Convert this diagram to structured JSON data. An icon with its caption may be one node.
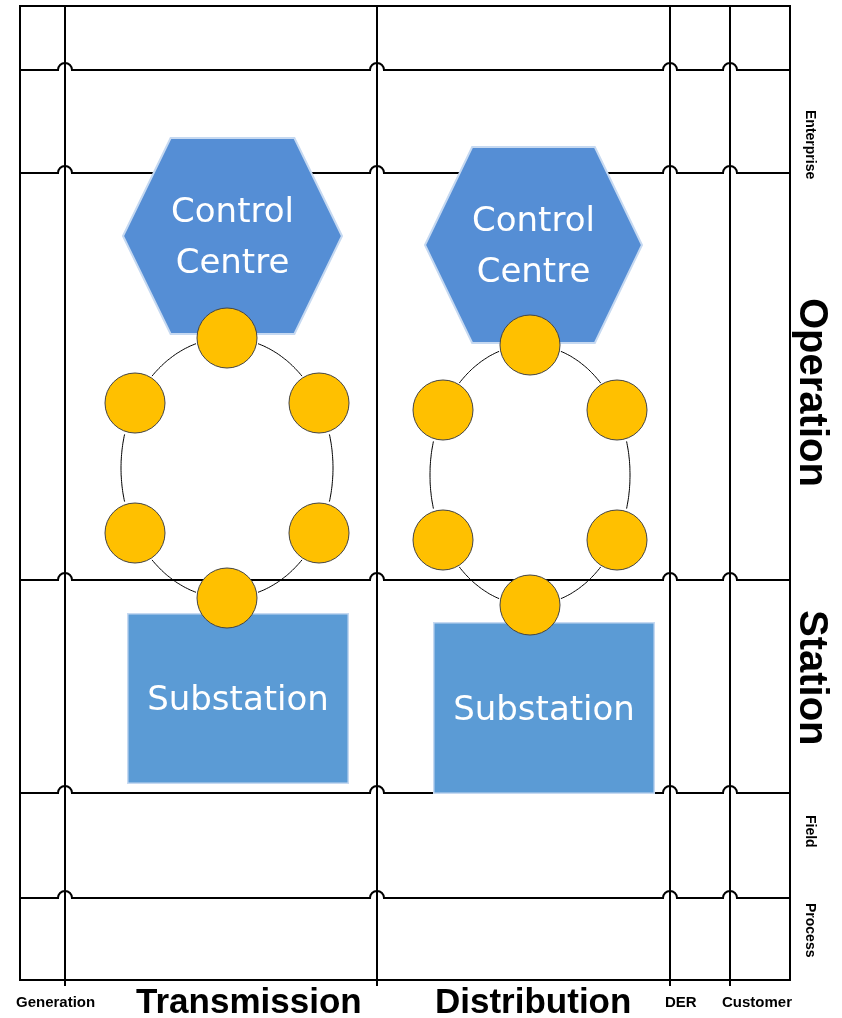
{
  "diagram": {
    "nodes": [
      {
        "text": [
          "Control Centre"
        ]
      },
      {
        "text": [
          "Control Centre"
        ]
      },
      {
        "text": [],
        "shape": "circle"
      },
      {
        "text": [],
        "shape": "circle"
      },
      {
        "text": [],
        "shape": "circle"
      },
      {
        "text": [],
        "shape": "circle"
      },
      {
        "text": [],
        "shape": "circle"
      },
      {
        "text": [],
        "shape": "circle"
      },
      {
        "text": [],
        "shape": "circle"
      },
      {
        "text": [],
        "shape": "circle"
      },
      {
        "text": [],
        "shape": "circle"
      },
      {
        "text": [],
        "shape": "circle"
      },
      {
        "text": [],
        "shape": "circle"
      },
      {
        "text": [],
        "shape": "circle"
      },
      {
        "text": [
          "Substation"
        ]
      },
      {
        "text": [
          "Substation"
        ]
      }
    ],
    "edges": [
      {
        "from": 2,
        "to": 3,
        "arrow": "none"
      },
      {
        "from": 3,
        "to": 5,
        "arrow": "none"
      },
      {
        "from": 5,
        "to": 7,
        "arrow": "none"
      },
      {
        "from": 7,
        "to": 6,
        "arrow": "none"
      },
      {
        "from": 6,
        "to": 4,
        "arrow": "none"
      },
      {
        "from": 4,
        "to": 2,
        "arrow": "none"
      },
      {
        "from": 8,
        "to": 9,
        "arrow": "none"
      },
      {
        "from": 9,
        "to": 11,
        "arrow": "none"
      },
      {
        "from": 11,
        "to": 13,
        "arrow": "none"
      },
      {
        "from": 13,
        "to": 12,
        "arrow": "none"
      },
      {
        "from": 12,
        "to": 10,
        "arrow": "none"
      },
      {
        "from": 10,
        "to": 8,
        "arrow": "none"
      }
    ],
    "labels": [
      "Enterprise",
      "Operation",
      "Station",
      "Field",
      "Process",
      "Generation",
      "Transmission",
      "Distribution",
      "DER",
      "Customer"
    ]
  }
}
